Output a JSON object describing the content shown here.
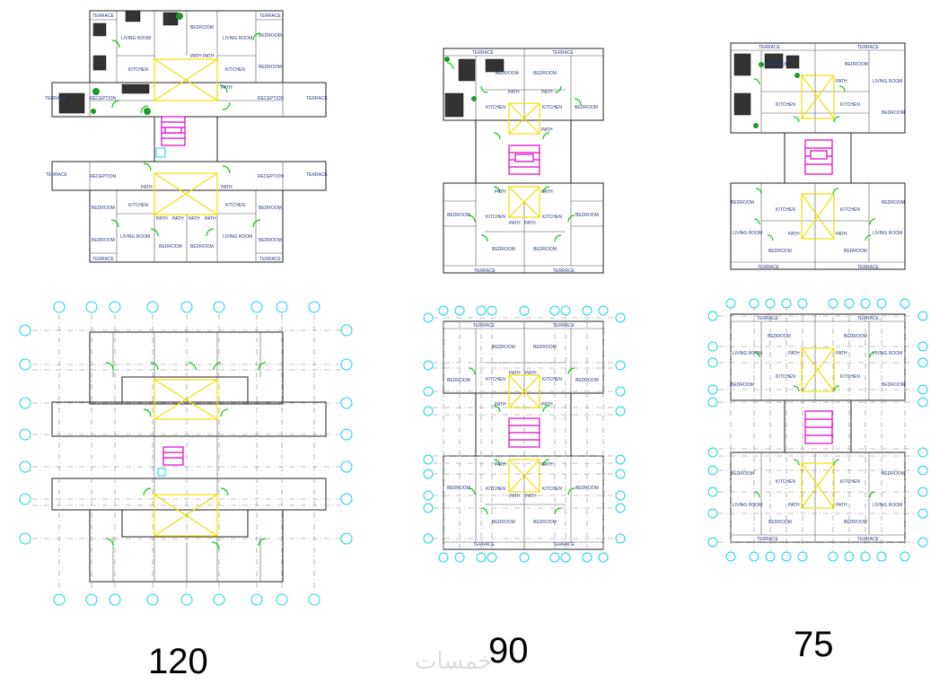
{
  "labels": {
    "terrace": "TERRACE",
    "bedroom": "BEDROOM",
    "living_room": "LIVING ROOM",
    "kitchen": "KITCHEN",
    "path": "PATH",
    "reception": "RECEPTION"
  },
  "plans": [
    {
      "id": "plan-120",
      "caption": "120"
    },
    {
      "id": "plan-90",
      "caption": "90"
    },
    {
      "id": "plan-75",
      "caption": "75"
    }
  ],
  "watermark": "خمسات",
  "colors": {
    "core": "#f0e000",
    "stair": "#e000c8",
    "door": "#11c411",
    "grid_bubble": "#19d2e6",
    "room_label": "#2a3a7a"
  }
}
